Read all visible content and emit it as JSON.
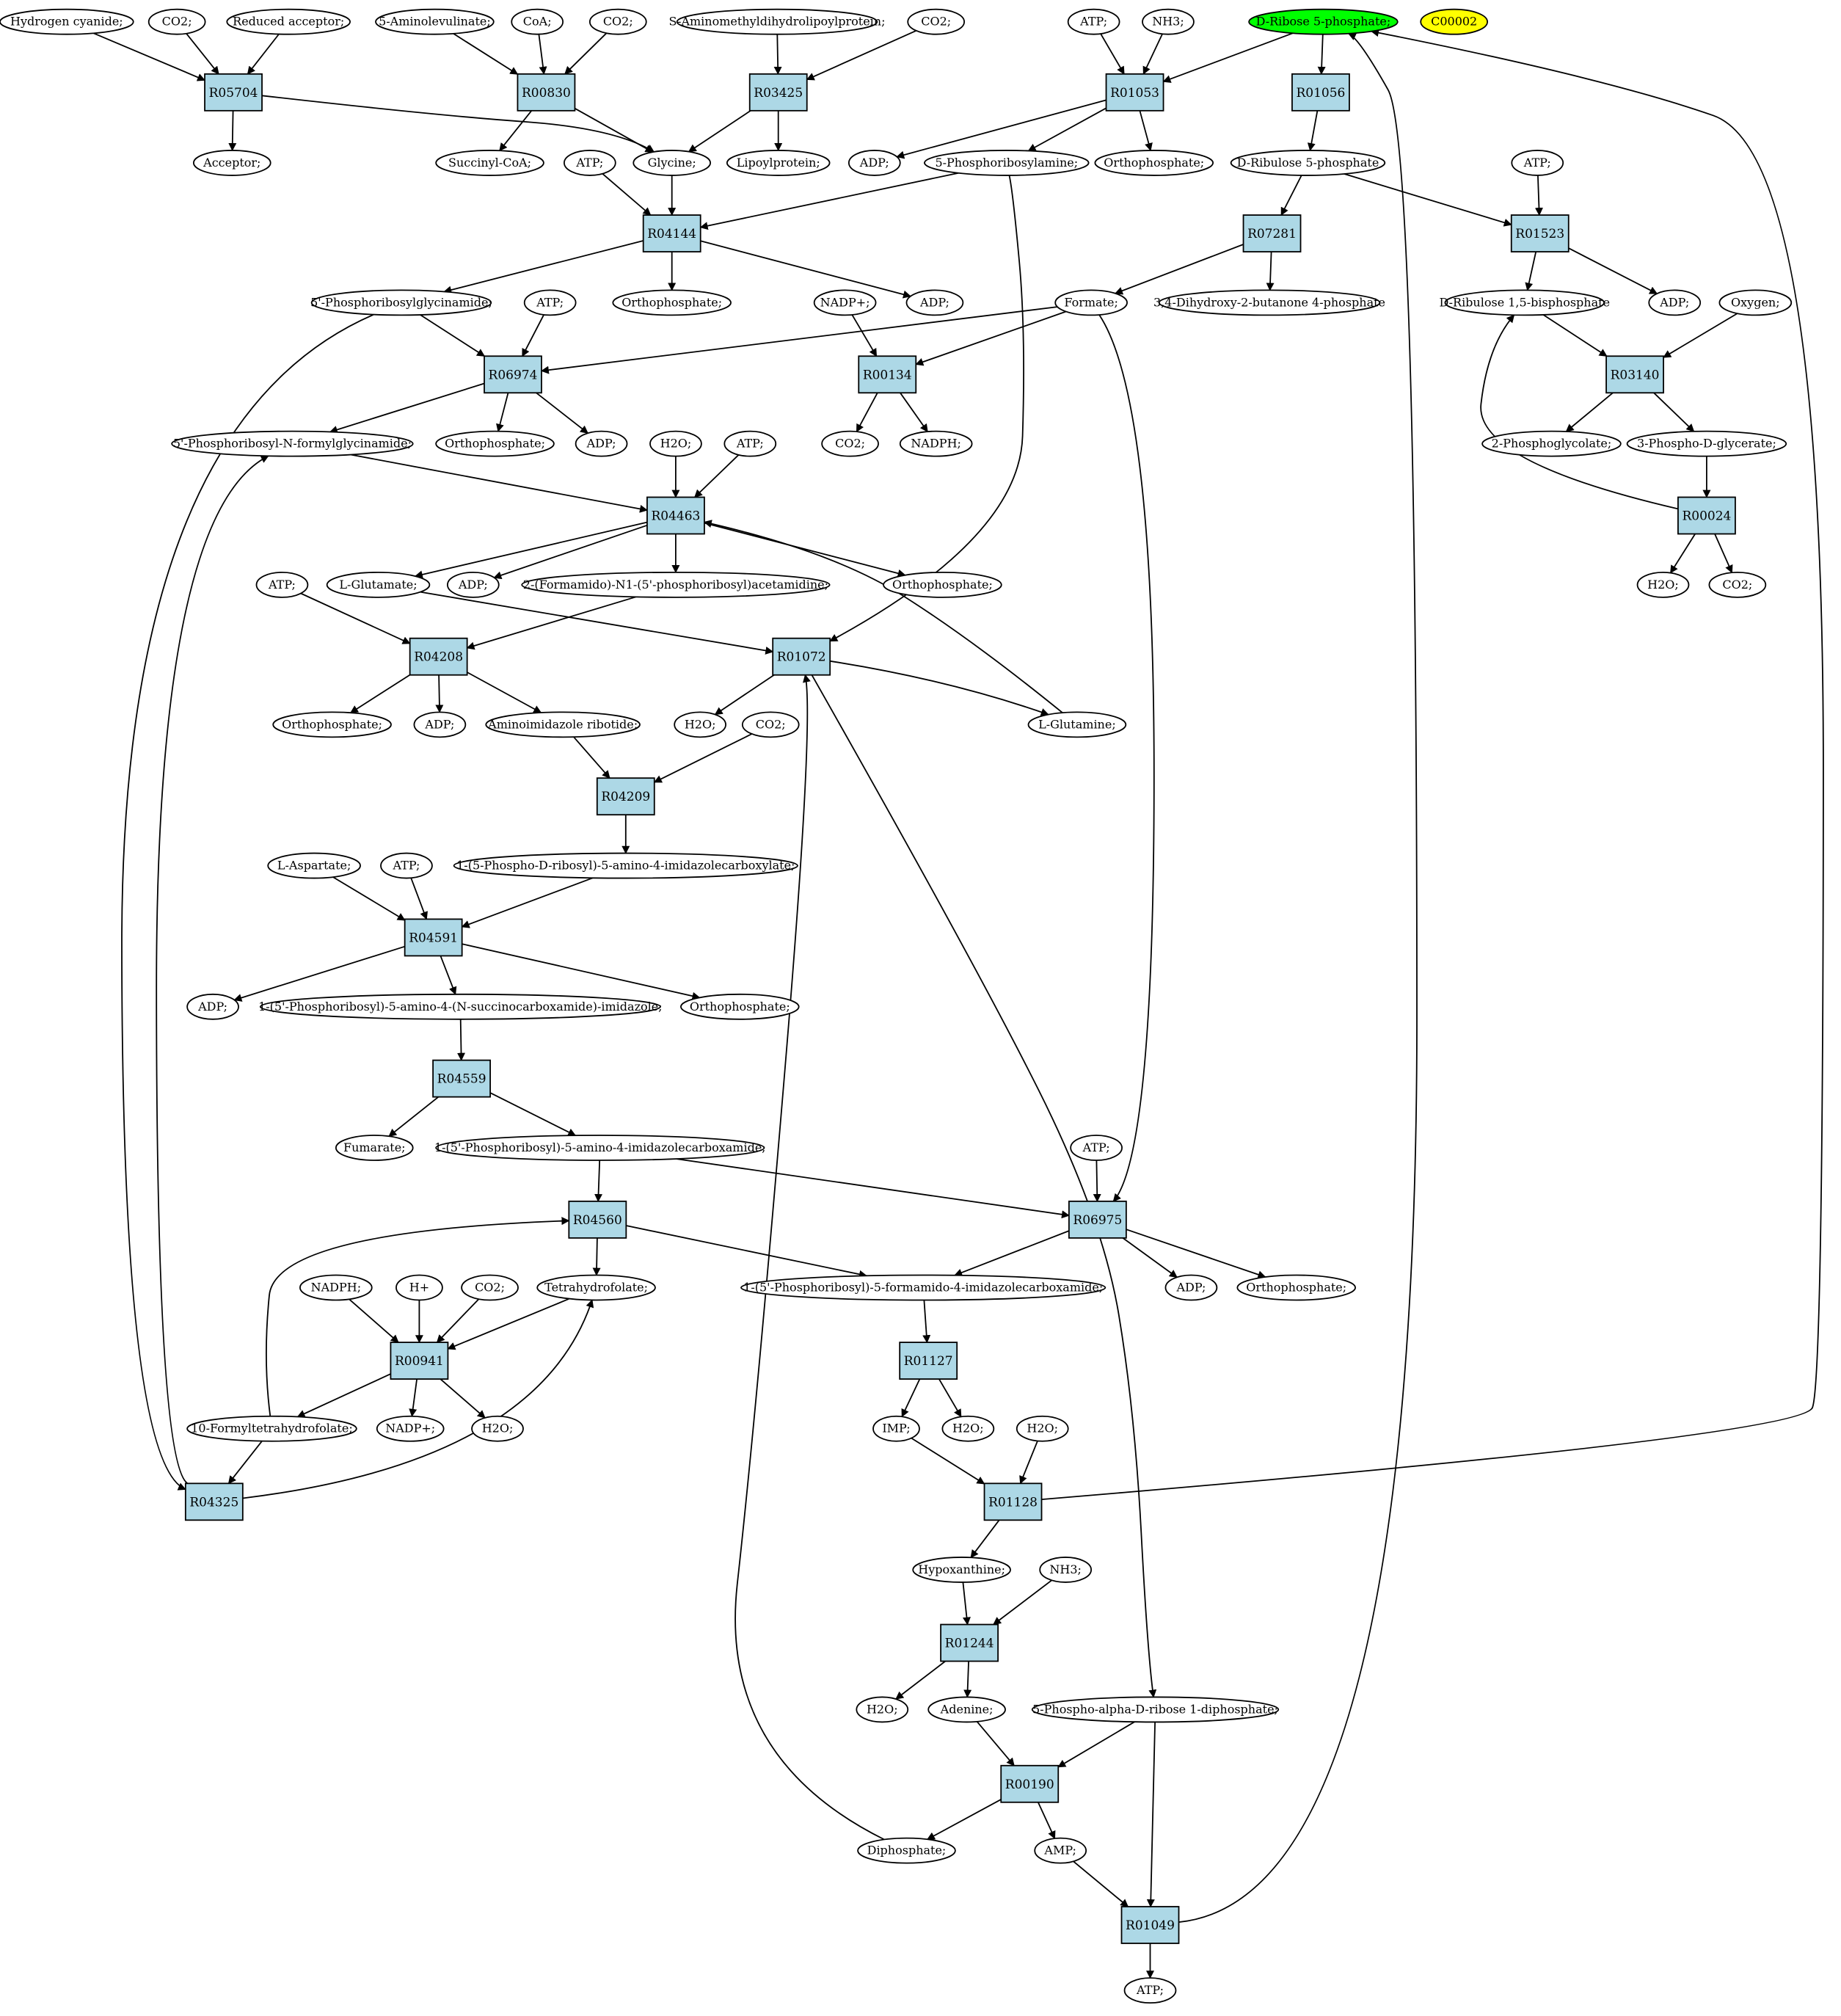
{
  "diagram": {
    "type": "metabolic-pathway-graph",
    "colors": {
      "reaction_fill": "#add8e6",
      "compound_fill": "#ffffff",
      "highlight_green": "#00ff00",
      "highlight_yellow": "#ffff00",
      "stroke": "#000000"
    },
    "reactions": [
      "R05704",
      "R00830",
      "R03425",
      "R01053",
      "R01056",
      "R04144",
      "R07281",
      "R01523",
      "R06974",
      "R00134",
      "R03140",
      "R04463",
      "R00024",
      "R04208",
      "R01072",
      "R04209",
      "R04591",
      "R04559",
      "R04560",
      "R06975",
      "R00941",
      "R01127",
      "R04325",
      "R01128",
      "R01244",
      "R00190",
      "R01049"
    ],
    "compounds": [
      {
        "id": "c_hcn",
        "label": "Hydrogen cyanide;"
      },
      {
        "id": "c_co2_1",
        "label": "CO2;"
      },
      {
        "id": "c_redacc",
        "label": "Reduced acceptor;"
      },
      {
        "id": "c_ala",
        "label": "5-Aminolevulinate;"
      },
      {
        "id": "c_coa",
        "label": "CoA;"
      },
      {
        "id": "c_co2_2",
        "label": "CO2;"
      },
      {
        "id": "c_samdlp",
        "label": "S-Aminomethyldihydrolipoylprotein;"
      },
      {
        "id": "c_co2_3",
        "label": "CO2;"
      },
      {
        "id": "c_atp_1",
        "label": "ATP;"
      },
      {
        "id": "c_nh3_1",
        "label": "NH3;"
      },
      {
        "id": "c_r5p",
        "label": "D-Ribose 5-phosphate;",
        "highlight": "green"
      },
      {
        "id": "c_c00002",
        "label": "C00002",
        "highlight": "yellow"
      },
      {
        "id": "c_acceptor",
        "label": "Acceptor;"
      },
      {
        "id": "c_succoa",
        "label": "Succinyl-CoA;"
      },
      {
        "id": "c_atp_2",
        "label": "ATP;"
      },
      {
        "id": "c_glycine",
        "label": "Glycine;"
      },
      {
        "id": "c_lipoyl",
        "label": "Lipoylprotein;"
      },
      {
        "id": "c_adp_1",
        "label": "ADP;"
      },
      {
        "id": "c_prpa",
        "label": "5-Phosphoribosylamine;"
      },
      {
        "id": "c_pi_1",
        "label": "Orthophosphate;"
      },
      {
        "id": "c_ru5p",
        "label": "D-Ribulose 5-phosphate"
      },
      {
        "id": "c_atp_3",
        "label": "ATP;"
      },
      {
        "id": "c_gar",
        "label": "5'-Phosphoribosylglycinamide;"
      },
      {
        "id": "c_atp_4",
        "label": "ATP;"
      },
      {
        "id": "c_pi_2",
        "label": "Orthophosphate;"
      },
      {
        "id": "c_adp_2",
        "label": "ADP;"
      },
      {
        "id": "c_nadp_1",
        "label": "NADP+;"
      },
      {
        "id": "c_formate",
        "label": "Formate;"
      },
      {
        "id": "c_dhbp",
        "label": "3,4-Dihydroxy-2-butanone 4-phosphate"
      },
      {
        "id": "c_rubp",
        "label": "D-Ribulose 1,5-bisphosphate"
      },
      {
        "id": "c_adp_3",
        "label": "ADP;"
      },
      {
        "id": "c_oxygen",
        "label": "Oxygen;"
      },
      {
        "id": "c_fgar",
        "label": "5'-Phosphoribosyl-N-formylglycinamide;"
      },
      {
        "id": "c_pi_3",
        "label": "Orthophosphate;"
      },
      {
        "id": "c_adp_4",
        "label": "ADP;"
      },
      {
        "id": "c_h2o_1",
        "label": "H2O;"
      },
      {
        "id": "c_atp_5",
        "label": "ATP;"
      },
      {
        "id": "c_co2_4",
        "label": "CO2;"
      },
      {
        "id": "c_nadph_1",
        "label": "NADPH;"
      },
      {
        "id": "c_2pg",
        "label": "2-Phosphoglycolate;"
      },
      {
        "id": "c_3pg",
        "label": "3-Phospho-D-glycerate;"
      },
      {
        "id": "c_atp_6",
        "label": "ATP;"
      },
      {
        "id": "c_glu",
        "label": "L-Glutamate;"
      },
      {
        "id": "c_adp_5",
        "label": "ADP;"
      },
      {
        "id": "c_fgam",
        "label": "2-(Formamido)-N1-(5'-phosphoribosyl)acetamidine;"
      },
      {
        "id": "c_pi_4",
        "label": "Orthophosphate;"
      },
      {
        "id": "c_h2o_2",
        "label": "H2O;"
      },
      {
        "id": "c_co2_5",
        "label": "CO2;"
      },
      {
        "id": "c_pi_5",
        "label": "Orthophosphate;"
      },
      {
        "id": "c_adp_6",
        "label": "ADP;"
      },
      {
        "id": "c_air",
        "label": "Aminoimidazole ribotide;"
      },
      {
        "id": "c_h2o_3",
        "label": "H2O;"
      },
      {
        "id": "c_co2_6",
        "label": "CO2;"
      },
      {
        "id": "c_gln",
        "label": "L-Glutamine;"
      },
      {
        "id": "c_cair",
        "label": "1-(5-Phospho-D-ribosyl)-5-amino-4-imidazolecarboxylate;"
      },
      {
        "id": "c_asp",
        "label": "L-Aspartate;"
      },
      {
        "id": "c_atp_7",
        "label": "ATP;"
      },
      {
        "id": "c_adp_7",
        "label": "ADP;"
      },
      {
        "id": "c_saicar",
        "label": "1-(5'-Phosphoribosyl)-5-amino-4-(N-succinocarboxamide)-imidazole;"
      },
      {
        "id": "c_pi_6",
        "label": "Orthophosphate;"
      },
      {
        "id": "c_fumarate",
        "label": "Fumarate;"
      },
      {
        "id": "c_aicar",
        "label": "1-(5'-Phosphoribosyl)-5-amino-4-imidazolecarboxamide;"
      },
      {
        "id": "c_atp_8",
        "label": "ATP;"
      },
      {
        "id": "c_nadph_2",
        "label": "NADPH;"
      },
      {
        "id": "c_hplus",
        "label": "H+"
      },
      {
        "id": "c_co2_7",
        "label": "CO2;"
      },
      {
        "id": "c_thf",
        "label": "Tetrahydrofolate;"
      },
      {
        "id": "c_faicar",
        "label": "1-(5'-Phosphoribosyl)-5-formamido-4-imidazolecarboxamide;"
      },
      {
        "id": "c_adp_8",
        "label": "ADP;"
      },
      {
        "id": "c_pi_7",
        "label": "Orthophosphate;"
      },
      {
        "id": "c_10fthf",
        "label": "10-Formyltetrahydrofolate;"
      },
      {
        "id": "c_nadp_2",
        "label": "NADP+;"
      },
      {
        "id": "c_h2o_4",
        "label": "H2O;"
      },
      {
        "id": "c_imp",
        "label": "IMP;"
      },
      {
        "id": "c_h2o_5",
        "label": "H2O;"
      },
      {
        "id": "c_h2o_6",
        "label": "H2O;"
      },
      {
        "id": "c_hypox",
        "label": "Hypoxanthine;"
      },
      {
        "id": "c_nh3_2",
        "label": "NH3;"
      },
      {
        "id": "c_h2o_7",
        "label": "H2O;"
      },
      {
        "id": "c_adenine",
        "label": "Adenine;"
      },
      {
        "id": "c_prpp",
        "label": "5-Phospho-alpha-D-ribose 1-diphosphate;"
      },
      {
        "id": "c_ppi",
        "label": "Diphosphate;"
      },
      {
        "id": "c_amp",
        "label": "AMP;"
      },
      {
        "id": "c_atp_9",
        "label": "ATP;"
      }
    ]
  }
}
